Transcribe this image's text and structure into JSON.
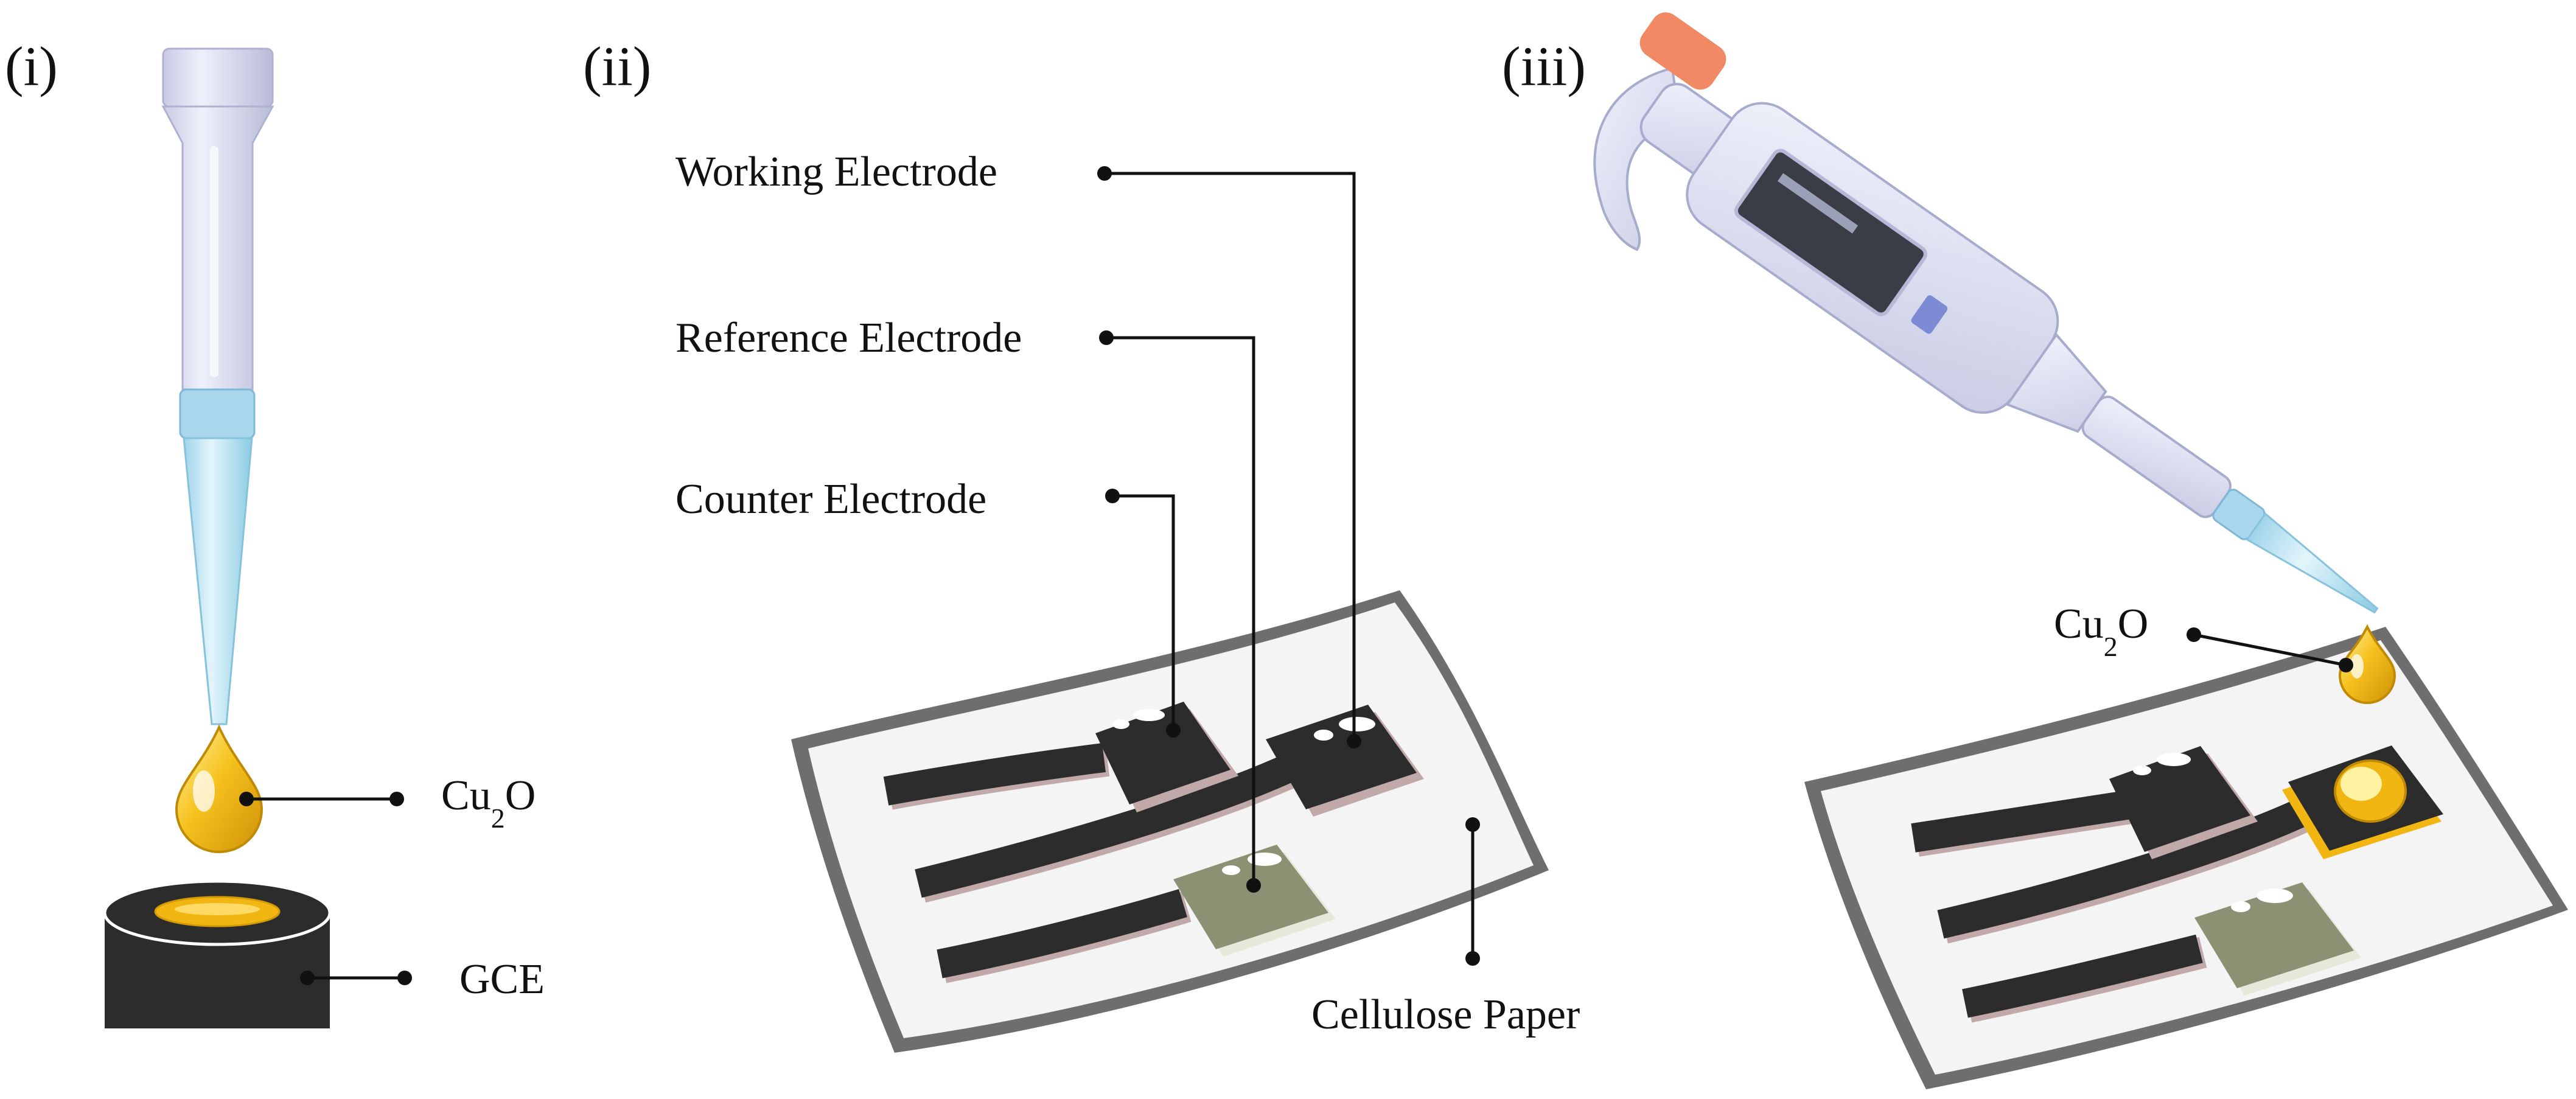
{
  "panels": {
    "i": {
      "label": "(i)",
      "droplet_label": {
        "base": "Cu",
        "subscript": "2",
        "suffix": "O"
      },
      "electrode_label": "GCE"
    },
    "ii": {
      "label": "(ii)",
      "working_electrode": "Working Electrode",
      "reference_electrode": "Reference Electrode",
      "counter_electrode": "Counter Electrode",
      "substrate": "Cellulose Paper"
    },
    "iii": {
      "label": "(iii)",
      "droplet_label": {
        "base": "Cu",
        "subscript": "2",
        "suffix": "O"
      }
    }
  },
  "colors": {
    "electrode_black": "#2c2c2c",
    "reference_green": "#8a9273",
    "cu2o_gold": "#f2b612",
    "paper_edge": "#6e6e6e",
    "pipette_body": "#d9dcef",
    "pipette_tip": "#bfe4f2",
    "plunger": "#f18a64"
  }
}
